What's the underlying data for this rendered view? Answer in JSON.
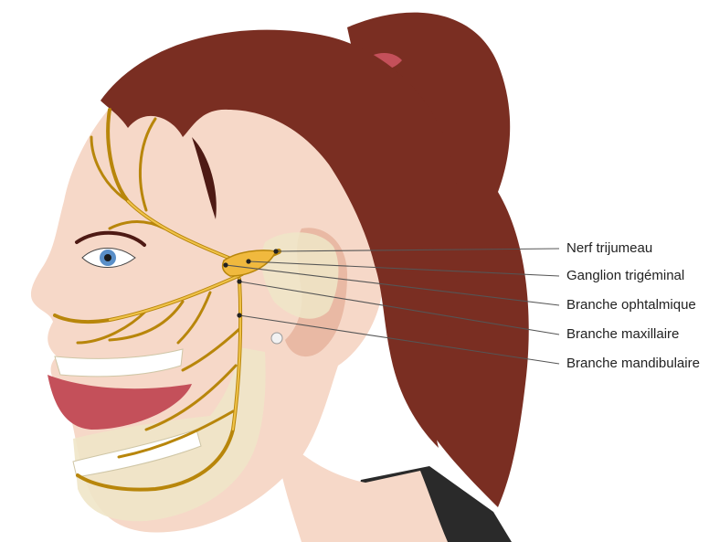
{
  "labels": [
    {
      "key": "nerf",
      "text": "Nerf trijumeau"
    },
    {
      "key": "ganglion",
      "text": "Ganglion trigéminal"
    },
    {
      "key": "ophtalmique",
      "text": "Branche ophtalmique"
    },
    {
      "key": "maxillaire",
      "text": "Branche maxillaire"
    },
    {
      "key": "mandibulaire",
      "text": "Branche mandibulaire"
    }
  ],
  "colors": {
    "hair": "#7a2e22",
    "hair_dark": "#4e1a14",
    "skin": "#f6d8c8",
    "skin_shade": "#e9b9a4",
    "bone": "#efe6c8",
    "bone_shade": "#d8cca4",
    "nerve": "#e9b43a",
    "nerve_dark": "#b8860b",
    "lips": "#c4505a",
    "eye": "#5a8fc8",
    "clothing": "#2a2a2a"
  }
}
